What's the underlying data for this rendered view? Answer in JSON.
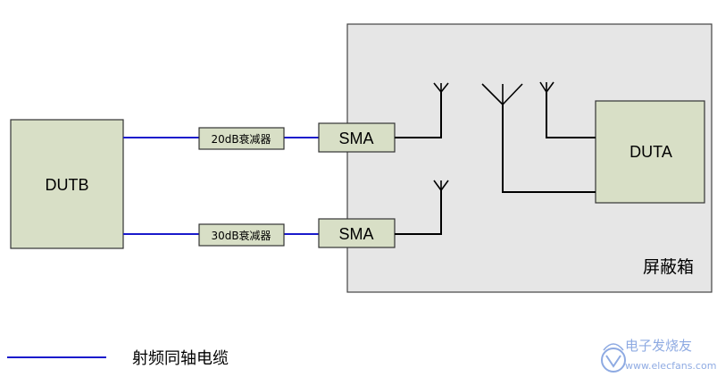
{
  "colors": {
    "box_fill": "#d8dfc6",
    "shield_fill": "#e6e6e6",
    "coax_line": "#1a1acc",
    "wire": "#000000"
  },
  "devices": {
    "dutb_label": "DUTB",
    "duta_label": "DUTA"
  },
  "attenuators": [
    {
      "label": "20dB衰减器"
    },
    {
      "label": "30dB衰减器"
    }
  ],
  "connectors": [
    {
      "label": "SMA"
    },
    {
      "label": "SMA"
    }
  ],
  "shield_box": {
    "label": "屏蔽箱"
  },
  "legend": {
    "coax_label": "射频同轴电缆"
  },
  "watermark": {
    "icon": "elecfans-logo-icon",
    "line1": "电子发烧友",
    "line2": "www.elecfans.com"
  }
}
